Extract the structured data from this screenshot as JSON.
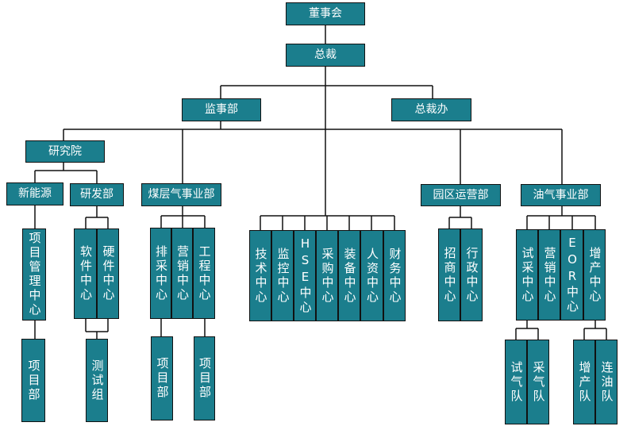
{
  "colors": {
    "box_fill": "#1b7e8d",
    "box_border": "#111111",
    "text": "#ffffff",
    "line": "#111111"
  },
  "nodes": {
    "board": "董事会",
    "president": "总裁",
    "supervision": "监事部",
    "president_office": "总裁办",
    "research_institute": "研究院",
    "new_energy": "新能源",
    "rnd": "研发部",
    "project_management_center": "项目管理中心",
    "project_dept_1": "项目部",
    "software_center": "软件中心",
    "hardware_center": "硬件中心",
    "test_group": "测试组",
    "cbm_division": "煤层气事业部",
    "drainage_center": "排采中心",
    "marketing_center_1": "营销中心",
    "engineering_center": "工程中心",
    "project_dept_2": "项目部",
    "project_dept_3": "项目部",
    "tech_center": "技术中心",
    "monitoring_center": "监控中心",
    "hse_center": "HSE中心",
    "procurement_center": "采购中心",
    "equipment_center": "装备中心",
    "hr_center": "人资中心",
    "finance_center": "财务中心",
    "park_operations": "园区运营部",
    "investment_center": "招商中心",
    "admin_center": "行政中心",
    "oil_gas_division": "油气事业部",
    "test_production_center": "试采中心",
    "marketing_center_2": "营销中心",
    "eor_center": "EOR中心",
    "stimulation_center": "增产中心",
    "test_gas_team": "试气队",
    "gas_production_team": "采气队",
    "stimulation_team": "增产队",
    "coiled_tubing_team": "连油队"
  }
}
